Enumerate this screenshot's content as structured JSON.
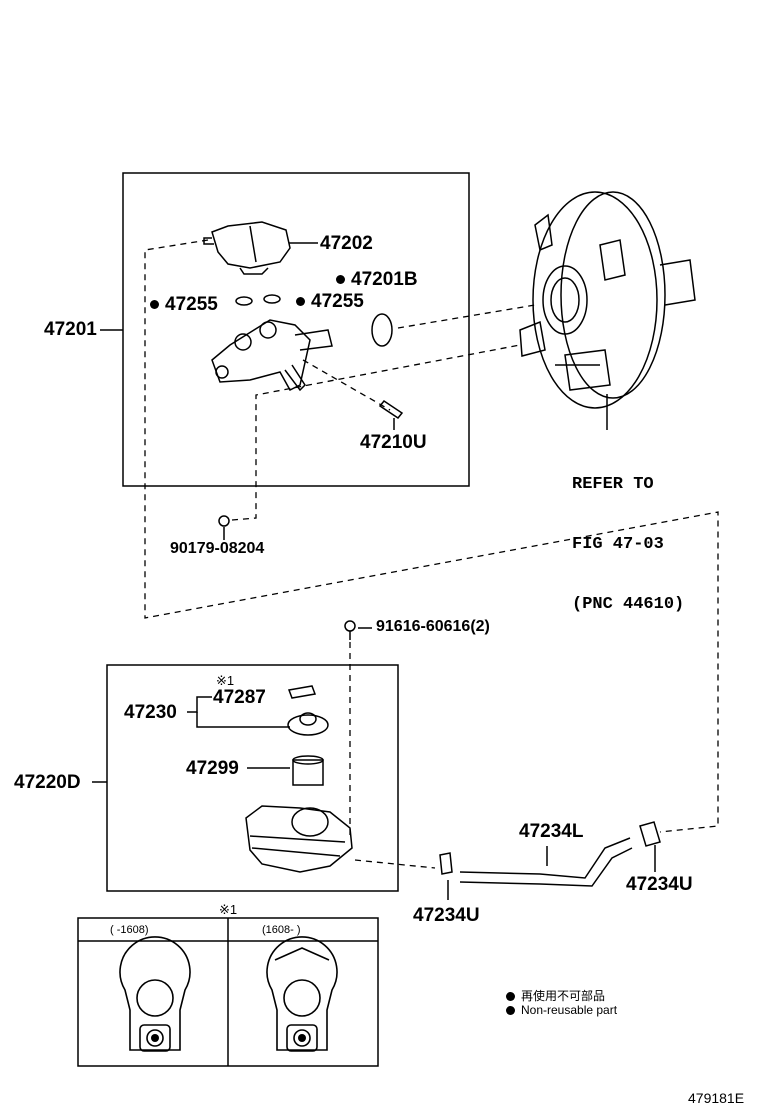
{
  "parts": {
    "p47202": "47202",
    "p47201B": "47201B",
    "p47255_left": "47255",
    "p47255_right": "47255",
    "p47201": "47201",
    "p47210U": "47210U",
    "p90179": "90179-08204",
    "p91616": "91616-60616(2)",
    "p47230": "47230",
    "p47287": "47287",
    "p47299": "47299",
    "p47220D": "47220D",
    "p47234L": "47234L",
    "p47234U_right": "47234U",
    "p47234U_left": "47234U"
  },
  "refer": {
    "line1": "REFER TO",
    "line2": "FIG 47-03",
    "line3": "(PNC 44610)"
  },
  "marks": {
    "note_mark_upper": "※1",
    "note_mark_lower": "※1"
  },
  "variants": {
    "left_header": "(    -1608)",
    "right_header": "(1608-     )"
  },
  "legend": {
    "jp": "再使用不可部品",
    "en": "Non-reusable part"
  },
  "figure_number": "479181E"
}
